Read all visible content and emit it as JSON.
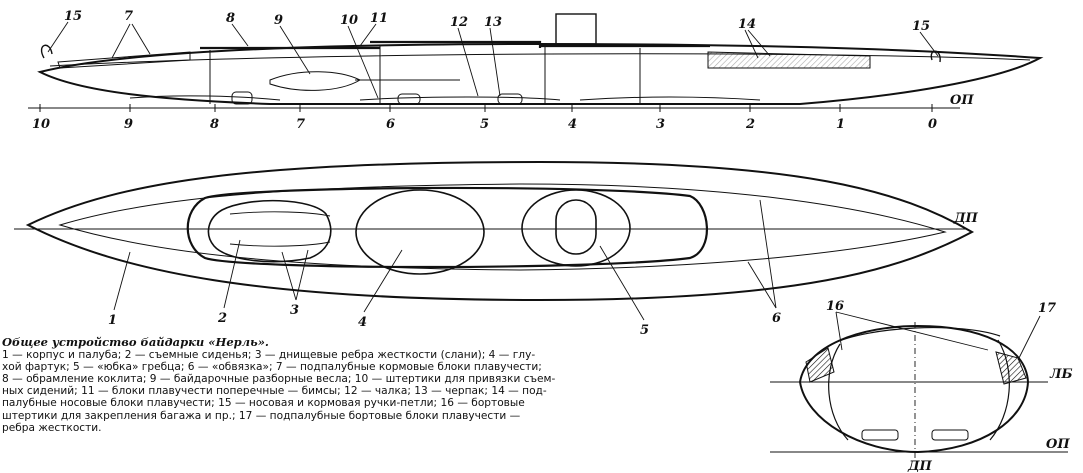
{
  "side_view": {
    "callouts": [
      "15",
      "7",
      "8",
      "9",
      "10",
      "11",
      "12",
      "13",
      "14",
      "15"
    ],
    "baseline_label": "ОП",
    "station_marks": [
      "10",
      "9",
      "8",
      "7",
      "6",
      "5",
      "4",
      "3",
      "2",
      "1",
      "0"
    ]
  },
  "plan_view": {
    "callouts": [
      "1",
      "2",
      "3",
      "4",
      "5",
      "6"
    ],
    "centerline_label": "ДП"
  },
  "section_view": {
    "callouts": [
      "16",
      "17"
    ],
    "waterline_label": "ЛБ",
    "baseline_label": "ОП",
    "centerline_label": "ДП"
  },
  "caption": {
    "title": "Общее устройство байдарки «Нерль».",
    "lines": [
      "1 — корпус и палуба; 2 — съемные сиденья; 3 — днищевые ребра жесткости (слани); 4 — глу-",
      "хой фартук; 5 — «юбка» гребца; 6 — «обвязка»; 7 — подпалубные кормовые блоки плавучести;",
      "8 — обрамление коклита; 9 — байдарочные разборные весла; 10 — штертики для привязки съем-",
      "ных сидений; 11 — блоки плавучести поперечные — бимсы; 12 — чалка; 13 — черпак; 14 — под-",
      "палубные носовые блоки плавучести; 15 — носовая и кормовая ручки-петли; 16 — бортовые",
      "штертики для закрепления багажа и пр.; 17 — подпалубные бортовые блоки плавучести —",
      "ребра жесткости."
    ]
  }
}
